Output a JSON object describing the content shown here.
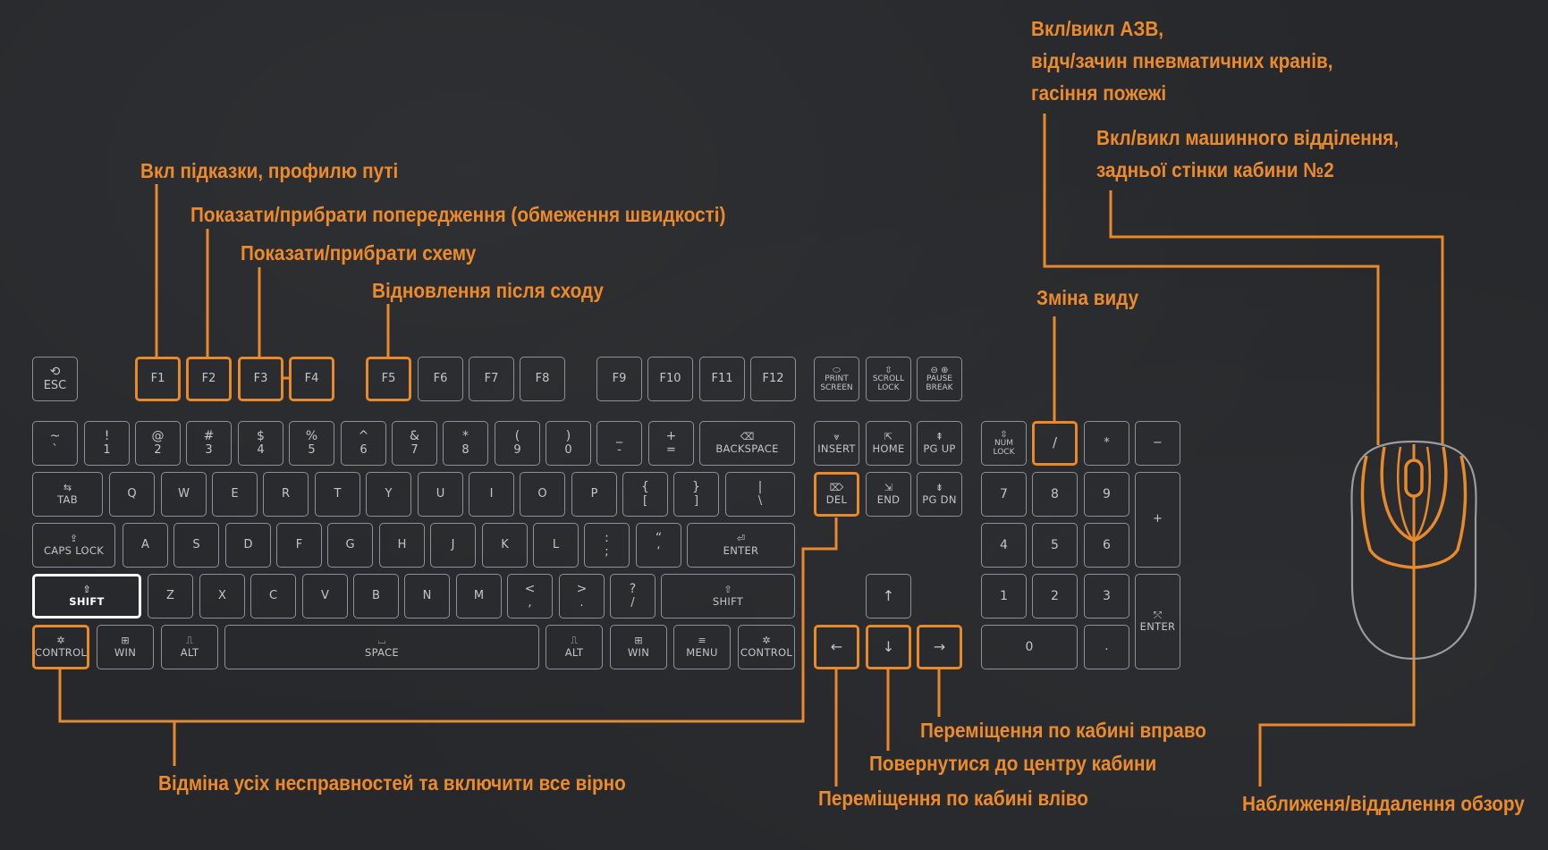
{
  "labels": {
    "f1": "Вкл підказки, профилю путі",
    "f2": "Показати/прибрати попередження (обмеження швидкості)",
    "f3": "Показати/прибрати схему",
    "f5": "Відновлення після сходу",
    "mid_line1": "Вкл/викл АЗВ,",
    "mid_line2": "відч/зачин пневматичних кранів,",
    "mid_line3": "гасіння пожежі",
    "right_line1": "Вкл/викл машинного відділення,",
    "right_line2": "задньої стінки кабини №2",
    "view": "Зміна виду",
    "reset": "Відміна усіх несправностей та включити все вірно",
    "right_move": "Переміщення по кабині вправо",
    "center": "Повернутися до центру кабини",
    "left_move": "Переміщення по кабині вліво",
    "zoom": "Наближеня/віддалення обзору"
  },
  "keys": {
    "esc": {
      "icon": "⟲",
      "label": "ESC"
    },
    "f": [
      "F1",
      "F2",
      "F3",
      "F4",
      "F5",
      "F6",
      "F7",
      "F8",
      "F9",
      "F10",
      "F11",
      "F12"
    ],
    "print": {
      "icon": "⬭",
      "label": "PRINT\nSCREEN"
    },
    "scroll": {
      "icon": "⇳",
      "label": "SCROLL\nLOCK"
    },
    "pause": {
      "icon": "⊖ ⊕",
      "label": "PAUSE\nBREAK"
    },
    "num_row": [
      [
        "~",
        "`"
      ],
      [
        "!",
        "1"
      ],
      [
        "@",
        "2"
      ],
      [
        "#",
        "3"
      ],
      [
        "$",
        "4"
      ],
      [
        "%",
        "5"
      ],
      [
        "^",
        "6"
      ],
      [
        "&",
        "7"
      ],
      [
        "*",
        "8"
      ],
      [
        "(",
        "9"
      ],
      [
        ")",
        "0"
      ],
      [
        "_",
        "-"
      ],
      [
        "+",
        "="
      ]
    ],
    "backspace": {
      "icon": "⌫",
      "label": "BACKSPACE"
    },
    "tab": {
      "icon": "⇆",
      "label": "TAB"
    },
    "q_row": [
      "Q",
      "W",
      "E",
      "R",
      "T",
      "Y",
      "U",
      "I",
      "O",
      "P"
    ],
    "q_row_sym": [
      [
        "{",
        "["
      ],
      [
        "}",
        "]"
      ],
      [
        "|",
        "\\"
      ]
    ],
    "caps": {
      "icon": "⇪",
      "label": "CAPS LOCK"
    },
    "a_row": [
      "A",
      "S",
      "D",
      "F",
      "G",
      "H",
      "J",
      "K",
      "L"
    ],
    "a_row_sym": [
      [
        ":",
        ";"
      ],
      [
        "“",
        "‘"
      ]
    ],
    "enter": {
      "icon": "⏎",
      "label": "ENTER"
    },
    "shift_l": {
      "icon": "⇧",
      "label": "SHIFT"
    },
    "z_row": [
      "Z",
      "X",
      "C",
      "V",
      "B",
      "N",
      "M"
    ],
    "z_row_sym": [
      [
        "<",
        ","
      ],
      [
        ">",
        "."
      ],
      [
        "?",
        "/"
      ]
    ],
    "shift_r": {
      "icon": "⇧",
      "label": "SHIFT"
    },
    "ctrl_l": {
      "icon": "✲",
      "label": "CONTROL"
    },
    "win_l": {
      "icon": "⊞",
      "label": "WIN"
    },
    "alt_l": {
      "icon": "⎍",
      "label": "ALT"
    },
    "space": {
      "icon": "⌴",
      "label": "SPACE"
    },
    "alt_r": {
      "icon": "⎍",
      "label": "ALT"
    },
    "win_r": {
      "icon": "⊞",
      "label": "WIN"
    },
    "menu": {
      "icon": "≡",
      "label": "MENU"
    },
    "ctrl_r": {
      "icon": "✲",
      "label": "CONTROL"
    },
    "insert": {
      "icon": "⩔",
      "label": "INSERT"
    },
    "home": {
      "icon": "⇱",
      "label": "HOME"
    },
    "pgup": {
      "icon": "⇞",
      "label": "PG UP"
    },
    "del": {
      "icon": "⌦",
      "label": "DEL"
    },
    "end": {
      "icon": "⇲",
      "label": "END"
    },
    "pgdn": {
      "icon": "⇟",
      "label": "PG DN"
    },
    "arrow_up": "↑",
    "arrow_left": "←",
    "arrow_down": "↓",
    "arrow_right": "→",
    "numlock": {
      "icon": "⇳",
      "label": "NUM\nLOCK"
    },
    "np_div": "/",
    "np_mul": "*",
    "np_minus": "−",
    "np_7": "7",
    "np_8": "8",
    "np_9": "9",
    "np_plus": "+",
    "np_4": "4",
    "np_5": "5",
    "np_6": "6",
    "np_1": "1",
    "np_2": "2",
    "np_3": "3",
    "np_0": "0",
    "np_dot": ".",
    "np_enter": {
      "icon": "⤲",
      "label": "ENTER"
    }
  },
  "colors": {
    "accent": "#ec8b2d",
    "key_border": "#8d9096",
    "background": "#26282b",
    "mouse": "#9a9ca0"
  }
}
